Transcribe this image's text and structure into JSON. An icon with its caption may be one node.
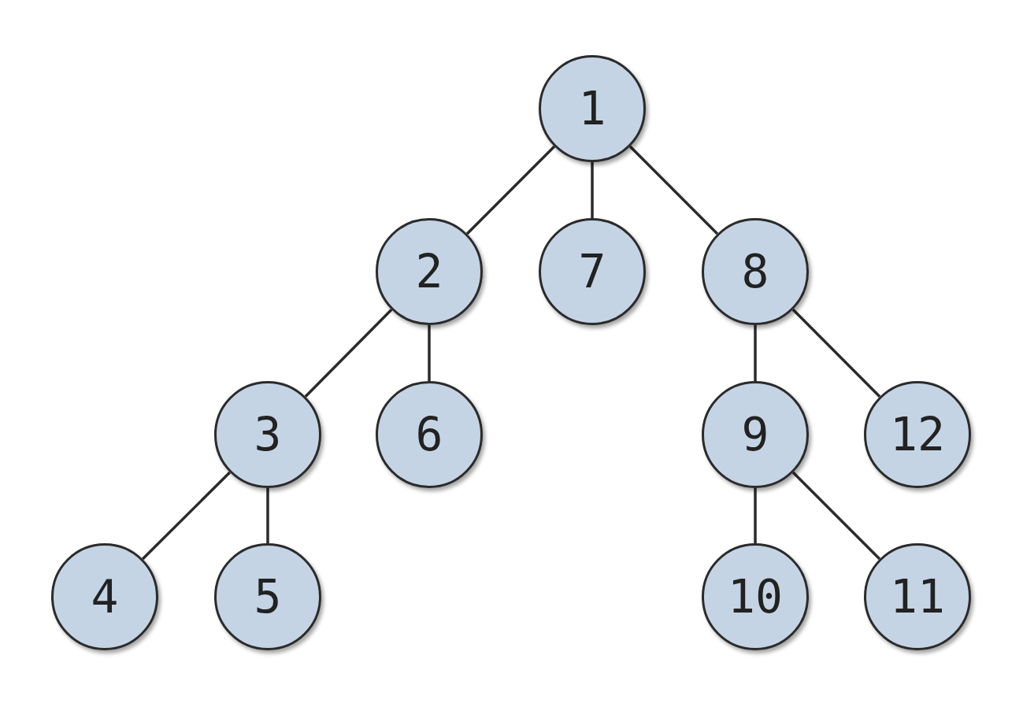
{
  "diagram": {
    "nodes": [
      {
        "text": [
          "1"
        ]
      },
      {
        "text": [
          "2"
        ]
      },
      {
        "text": [
          "7"
        ]
      },
      {
        "text": [
          "8"
        ]
      },
      {
        "text": [
          "3"
        ]
      },
      {
        "text": [
          "6"
        ]
      },
      {
        "text": [
          "9"
        ]
      },
      {
        "text": [
          "12"
        ]
      },
      {
        "text": [
          "4"
        ]
      },
      {
        "text": [
          "5"
        ]
      },
      {
        "text": [
          "10"
        ]
      },
      {
        "text": [
          "11"
        ]
      }
    ],
    "edges": [
      {
        "from": 0,
        "to": 1,
        "arrow": "none"
      },
      {
        "from": 0,
        "to": 2,
        "arrow": "none"
      },
      {
        "from": 0,
        "to": 3,
        "arrow": "none"
      },
      {
        "from": 1,
        "to": 4,
        "arrow": "none"
      },
      {
        "from": 1,
        "to": 5,
        "arrow": "none"
      },
      {
        "from": 4,
        "to": 8,
        "arrow": "none"
      },
      {
        "from": 4,
        "to": 9,
        "arrow": "none"
      },
      {
        "from": 3,
        "to": 6,
        "arrow": "none"
      },
      {
        "from": 3,
        "to": 7,
        "arrow": "none"
      },
      {
        "from": 6,
        "to": 10,
        "arrow": "none"
      },
      {
        "from": 6,
        "to": 11,
        "arrow": "none"
      }
    ]
  }
}
